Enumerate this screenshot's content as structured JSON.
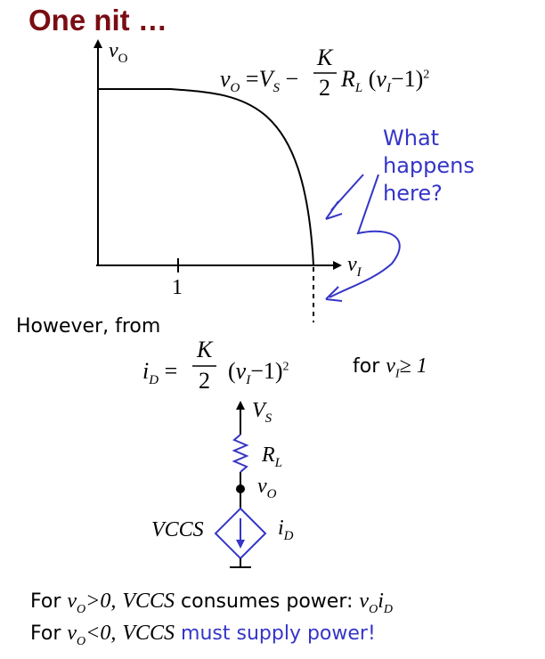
{
  "slide": {
    "title": "One nit …",
    "annotation": [
      "What",
      "happens",
      "here?"
    ],
    "however_text": "However, from",
    "for_text": "for",
    "condition": "v",
    "condition_sub": "I",
    "condition_rest": "≥ 1"
  },
  "graph": {
    "y_axis": "v",
    "y_axis_sub": "O",
    "x_axis": "v",
    "x_axis_sub": "I",
    "x_tick": "1",
    "curve_equation": {
      "lhs": "v",
      "lhs_sub": "O",
      "eq": "=",
      "vs": "V",
      "vs_sub": "S",
      "minus": "−",
      "frac_num": "K",
      "frac_den": "2",
      "rl": "R",
      "rl_sub": "L",
      "paren": "(v",
      "paren_sub": "I",
      "paren_rest": "−1)",
      "exp": "2"
    }
  },
  "equation_id": {
    "lhs": "i",
    "lhs_sub": "D",
    "eq": "=",
    "frac_num": "K",
    "frac_den": "2",
    "paren": "(v",
    "paren_sub": "I",
    "paren_rest": "−1)",
    "exp": "2"
  },
  "circuit": {
    "supply": "V",
    "supply_sub": "S",
    "resistor": "R",
    "resistor_sub": "L",
    "node": "v",
    "node_sub": "O",
    "source_label": "VCCS",
    "current": "i",
    "current_sub": "D"
  },
  "bottom": {
    "line1": {
      "for": "For",
      "v": "v",
      "v_sub": "O",
      "cond": ">0,",
      "vccs": "VCCS",
      "text": "consumes power:",
      "p_v": "v",
      "p_v_sub": "O",
      "p_i": "i",
      "p_i_sub": "D"
    },
    "line2": {
      "for": "For",
      "v": "v",
      "v_sub": "O",
      "cond": "<0,",
      "vccs": "VCCS",
      "text": "must supply power!"
    }
  },
  "colors": {
    "title": "#7a0d14",
    "annotation": "#3535c8",
    "ink": "#000000"
  }
}
